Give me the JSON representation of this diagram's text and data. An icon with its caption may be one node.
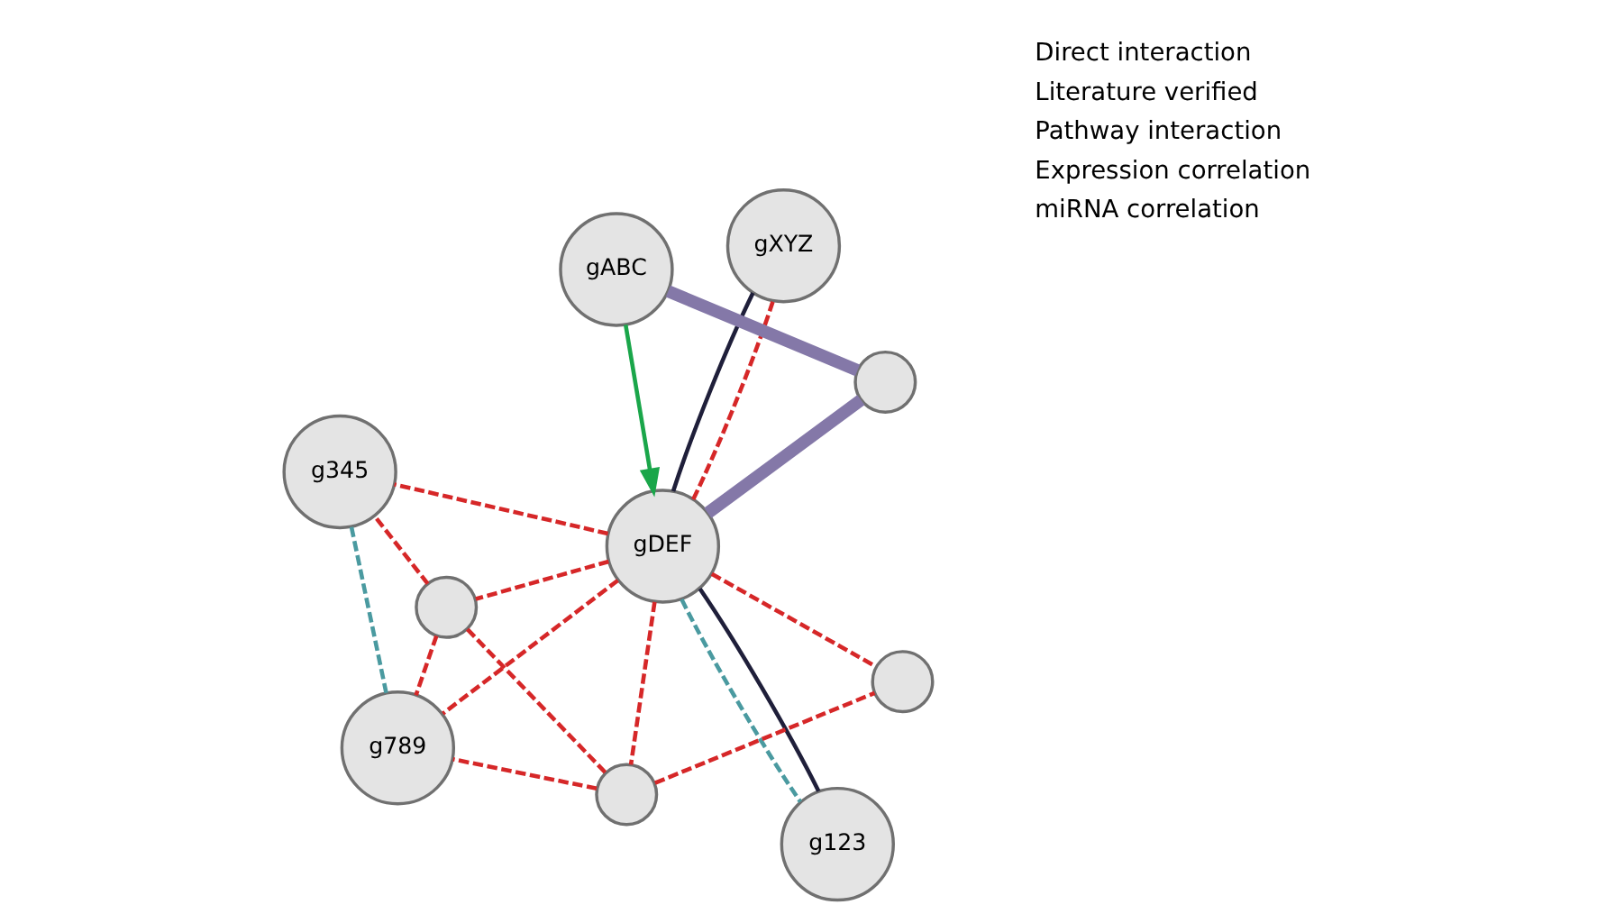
{
  "diagram": {
    "nodes": [
      {
        "text": [
          "gDEF"
        ]
      },
      {
        "text": [
          "gXYZ"
        ]
      },
      {
        "text": [],
        "shape": "circle"
      },
      {
        "text": [
          "gABC"
        ]
      },
      {
        "text": [],
        "shape": "circle"
      },
      {
        "text": [],
        "shape": "circle"
      },
      {
        "text": [
          "g345"
        ]
      },
      {
        "text": [],
        "shape": "circle"
      },
      {
        "text": [
          "g123"
        ]
      },
      {
        "text": [
          "g789"
        ]
      }
    ],
    "edges": [
      {
        "from": 3,
        "to": 0,
        "arrow": "to",
        "color": "#1aa64a"
      },
      {
        "from": 0,
        "to": 1,
        "arrow": "none",
        "color": "#1f1f3a"
      },
      {
        "from": 0,
        "to": 1,
        "arrow": "none",
        "style": "dashed",
        "color": "#d62728"
      },
      {
        "from": 0,
        "to": 8,
        "arrow": "none",
        "color": "#1f1f3a"
      },
      {
        "from": 0,
        "to": 8,
        "arrow": "none",
        "style": "dashed",
        "color": "#4a9aa0"
      },
      {
        "from": 0,
        "to": 7,
        "arrow": "none",
        "style": "thick",
        "color": "#8478a8"
      },
      {
        "from": 3,
        "to": 7,
        "arrow": "none",
        "style": "thick",
        "color": "#8478a8"
      },
      {
        "from": 0,
        "to": 2,
        "arrow": "none",
        "style": "dashed",
        "color": "#d62728"
      },
      {
        "from": 0,
        "to": 4,
        "arrow": "none",
        "style": "dashed",
        "color": "#d62728"
      },
      {
        "from": 0,
        "to": 5,
        "arrow": "none",
        "style": "dashed",
        "color": "#d62728"
      },
      {
        "from": 0,
        "to": 6,
        "arrow": "none",
        "style": "dashed",
        "color": "#d62728"
      },
      {
        "from": 0,
        "to": 9,
        "arrow": "none",
        "style": "dashed",
        "color": "#d62728"
      },
      {
        "from": 2,
        "to": 4,
        "arrow": "none",
        "style": "dashed",
        "color": "#d62728"
      },
      {
        "from": 2,
        "to": 5,
        "arrow": "none",
        "style": "dashed",
        "color": "#d62728"
      },
      {
        "from": 2,
        "to": 9,
        "arrow": "none",
        "style": "dashed",
        "color": "#d62728"
      },
      {
        "from": 5,
        "to": 6,
        "arrow": "none",
        "style": "dashed",
        "color": "#d62728"
      },
      {
        "from": 5,
        "to": 9,
        "arrow": "none",
        "style": "dashed",
        "color": "#d62728"
      },
      {
        "from": 6,
        "to": 9,
        "arrow": "none",
        "style": "dashed",
        "color": "#4a9aa0"
      }
    ],
    "legend": [
      {
        "text": "Direct interaction"
      },
      {
        "text": "Literature verified"
      },
      {
        "text": "Pathway interaction"
      },
      {
        "text": "Expression correlation"
      },
      {
        "text": "miRNA correlation"
      }
    ]
  }
}
